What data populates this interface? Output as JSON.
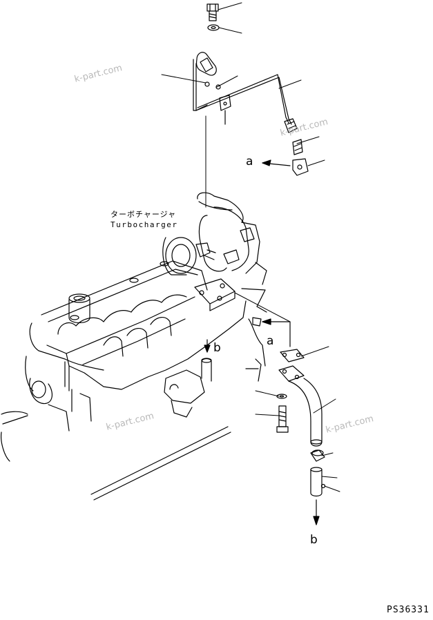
{
  "labels": {
    "view_a_top": "a",
    "view_a_mid": "a",
    "view_b_mid": "b",
    "view_b_bottom": "b"
  },
  "turbo": {
    "jp": "ターボチャージャ",
    "en": "Turbocharger"
  },
  "watermark": "k-part.com",
  "figure_code": "PS36331",
  "colors": {
    "line": "#000000",
    "watermark": "#b9b9b9",
    "background": "#ffffff"
  }
}
